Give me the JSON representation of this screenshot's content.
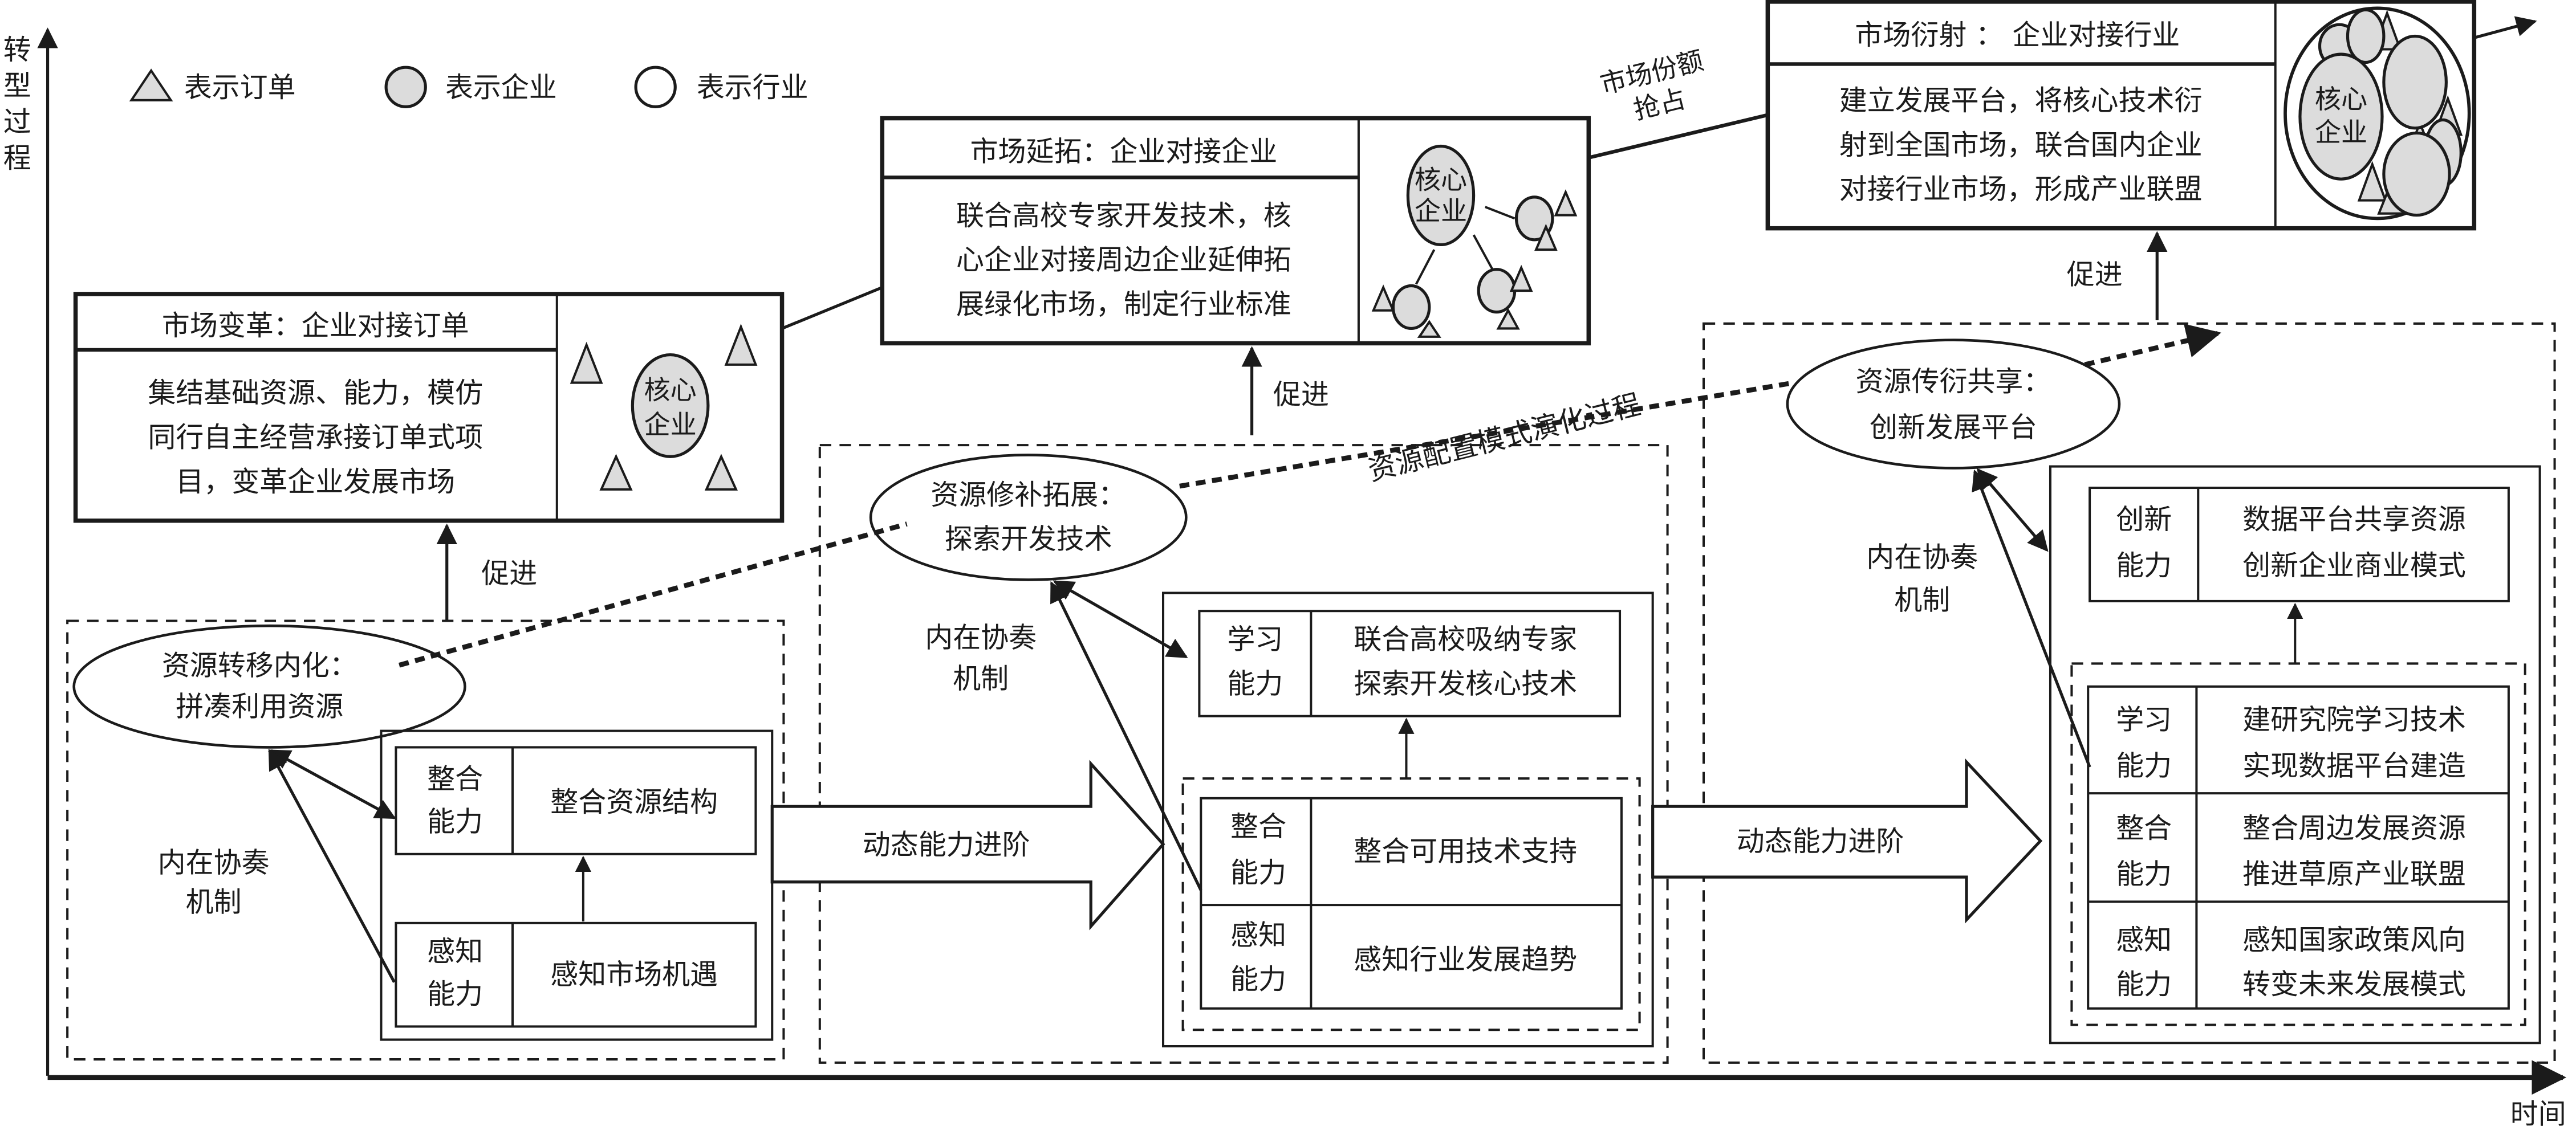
{
  "colors": {
    "ink": "#1b1b1b",
    "entity_fill": "#dcdcdc",
    "background": "#ffffff"
  },
  "axes": {
    "y_label": [
      "转",
      "型",
      "过",
      "程"
    ],
    "x_label": "时间"
  },
  "legend": {
    "items": [
      {
        "icon": "triangle-icon",
        "label": "表示订单"
      },
      {
        "icon": "filled-circle-icon",
        "label": "表示企业"
      },
      {
        "icon": "empty-circle-icon",
        "label": "表示行业"
      }
    ]
  },
  "market_stages": [
    {
      "title": "市场变革：企业对接订单",
      "body": [
        "集结基础资源、能力，模仿",
        "同行自主经营承接订单式项",
        "目，变革企业发展市场"
      ],
      "core_label": [
        "核心",
        "企业"
      ]
    },
    {
      "title": "市场延拓：企业对接企业",
      "body": [
        "联合高校专家开发技术，核",
        "心企业对接周边企业延伸拓",
        "展绿化市场，制定行业标准"
      ],
      "core_label": [
        "核心",
        "企业"
      ]
    },
    {
      "title": "市场衍射 ： 企业对接行业",
      "body": [
        "建立发展平台，将核心技术衍",
        "射到全国市场，联合国内企业",
        "对接行业市场，形成产业联盟"
      ],
      "core_label": [
        "核心",
        "企业"
      ]
    }
  ],
  "market_share_label": [
    "市场份额",
    "抢占"
  ],
  "promote_label": "促进",
  "evolution_label": "资源配置模式演化过程",
  "dynamic_label": "动态能力进阶",
  "mechanism_label": [
    "内在协奏",
    "机制"
  ],
  "resource_stages": [
    {
      "ellipse": [
        "资源转移内化：",
        "拼凑利用资源"
      ],
      "capabilities": [
        {
          "name": [
            "整合",
            "能力"
          ],
          "desc": [
            "整合资源结构"
          ]
        },
        {
          "name": [
            "感知",
            "能力"
          ],
          "desc": [
            "感知市场机遇"
          ]
        }
      ]
    },
    {
      "ellipse": [
        "资源修补拓展：",
        "探索开发技术"
      ],
      "capabilities": [
        {
          "name": [
            "学习",
            "能力"
          ],
          "desc": [
            "联合高校吸纳专家",
            "探索开发核心技术"
          ]
        },
        {
          "name": [
            "整合",
            "能力"
          ],
          "desc": [
            "整合可用技术支持"
          ]
        },
        {
          "name": [
            "感知",
            "能力"
          ],
          "desc": [
            "感知行业发展趋势"
          ]
        }
      ]
    },
    {
      "ellipse": [
        "资源传衍共享：",
        "创新发展平台"
      ],
      "capabilities": [
        {
          "name": [
            "创新",
            "能力"
          ],
          "desc": [
            "数据平台共享资源",
            "创新企业商业模式"
          ]
        },
        {
          "name": [
            "学习",
            "能力"
          ],
          "desc": [
            "建研究院学习技术",
            "实现数据平台建造"
          ]
        },
        {
          "name": [
            "整合",
            "能力"
          ],
          "desc": [
            "整合周边发展资源",
            "推进草原产业联盟"
          ]
        },
        {
          "name": [
            "感知",
            "能力"
          ],
          "desc": [
            "感知国家政策风向",
            "转变未来发展模式"
          ]
        }
      ]
    }
  ]
}
